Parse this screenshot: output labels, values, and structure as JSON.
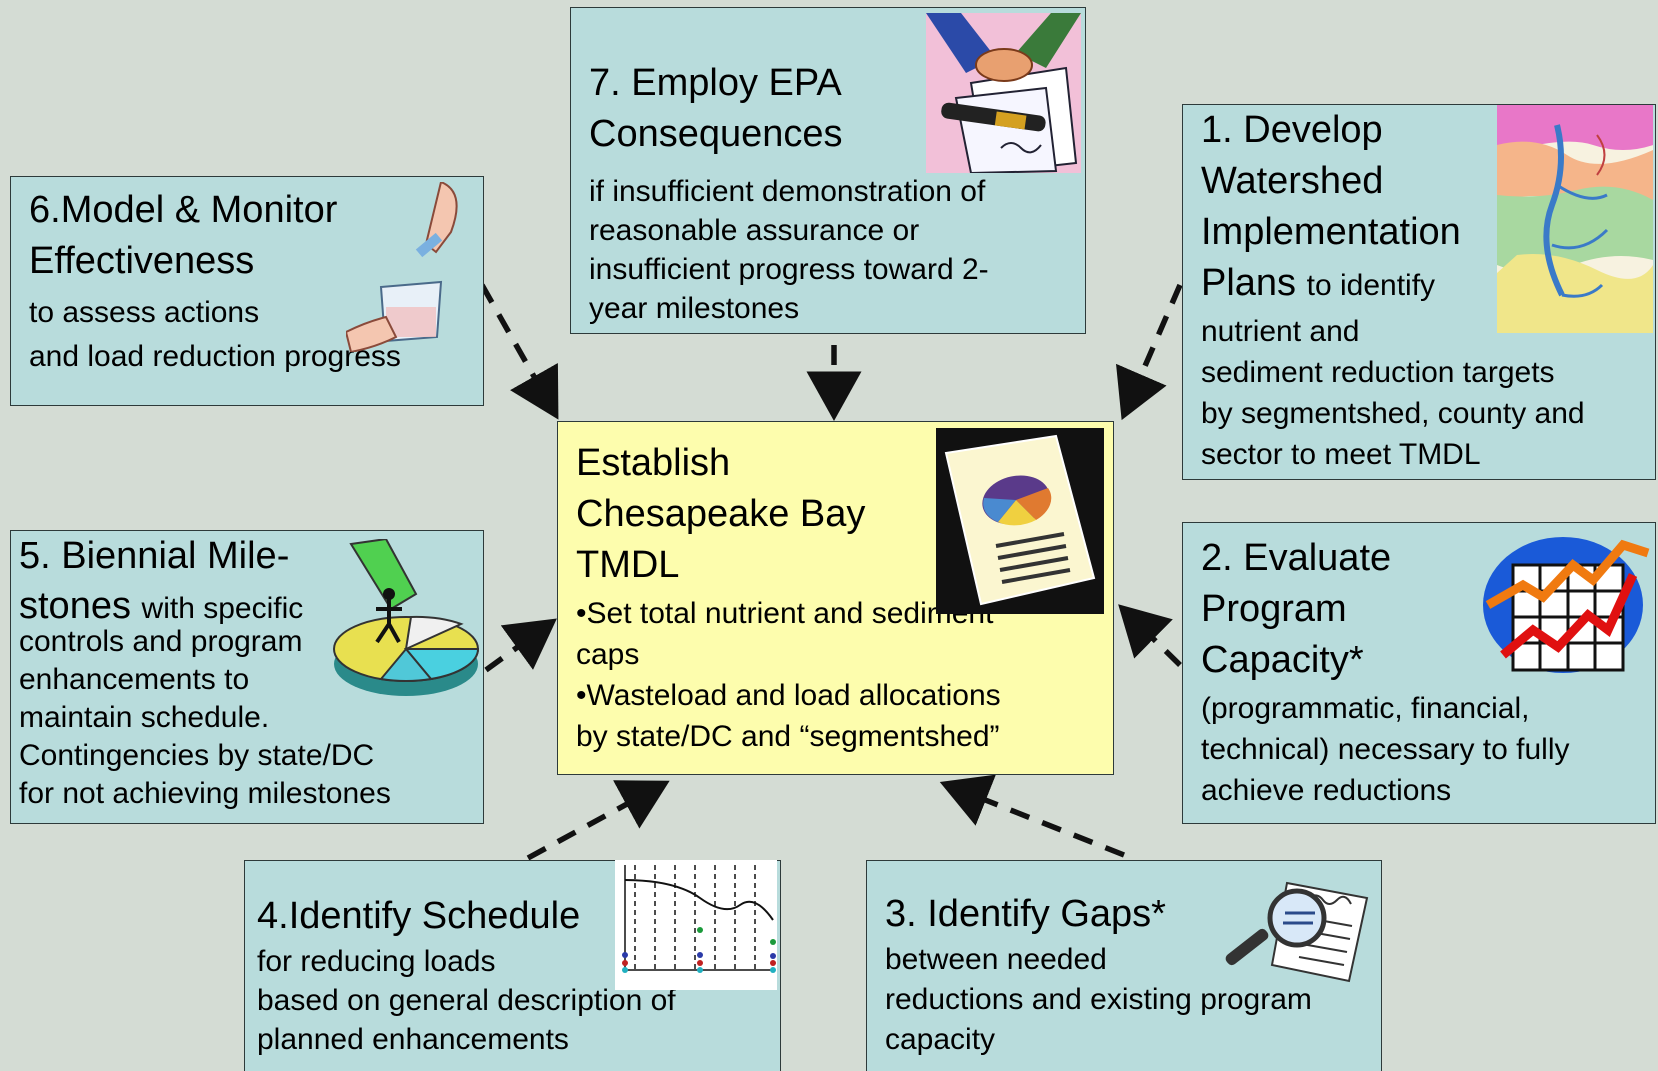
{
  "center": {
    "title": [
      "Establish",
      "Chesapeake Bay",
      "TMDL"
    ],
    "bullets": [
      [
        "•Set total nutrient and sediment",
        "caps"
      ],
      [
        "•Wasteload and load allocations",
        "by state/DC and “segmentshed”"
      ]
    ],
    "icon": "pie-chart-document-icon"
  },
  "step1": {
    "title": [
      "1. Develop",
      "Watershed",
      "Implementation",
      "Plans"
    ],
    "inline_desc": "to identify",
    "desc": [
      "nutrient and",
      "sediment reduction targets",
      "by segmentshed, county and",
      "sector to meet TMDL"
    ],
    "icon": "watershed-map-icon"
  },
  "step2": {
    "title": [
      "2. Evaluate",
      "Program",
      "Capacity*"
    ],
    "desc": [
      "(programmatic, financial,",
      "technical) necessary to fully",
      "achieve reductions"
    ],
    "icon": "rising-graph-icon"
  },
  "step3": {
    "title": "3. Identify Gaps*",
    "desc": [
      "between needed",
      "reductions and existing program",
      "capacity"
    ],
    "icon": "magnifying-glass-icon"
  },
  "step4": {
    "title": "4.Identify Schedule",
    "desc": [
      "for reducing loads",
      "based on general description of",
      "planned enhancements"
    ],
    "icon": "schedule-chart-icon"
  },
  "step5": {
    "title_line1": "5. Biennial Mile-",
    "title_line2": "stones",
    "inline_desc": "with specific",
    "desc": [
      "controls and program",
      "enhancements to",
      "maintain schedule.",
      "Contingencies by state/DC",
      "for not achieving milestones"
    ],
    "icon": "pie-chart-climber-icon"
  },
  "step6": {
    "title": [
      "6.Model & Monitor",
      "Effectiveness"
    ],
    "desc": [
      "to assess actions",
      "and load reduction progress"
    ],
    "icon": "lab-beaker-hands-icon"
  },
  "step7": {
    "title": [
      "7. Employ EPA",
      "Consequences"
    ],
    "desc": [
      "if insufficient demonstration of",
      "reasonable assurance or",
      "insufficient progress toward 2-",
      "year milestones"
    ],
    "icon": "handshake-contract-icon"
  },
  "colors": {
    "background": "#d4dcd4",
    "box_fill": "#b8dcdc",
    "center_fill": "#fdfdad",
    "arrow": "#111111"
  }
}
